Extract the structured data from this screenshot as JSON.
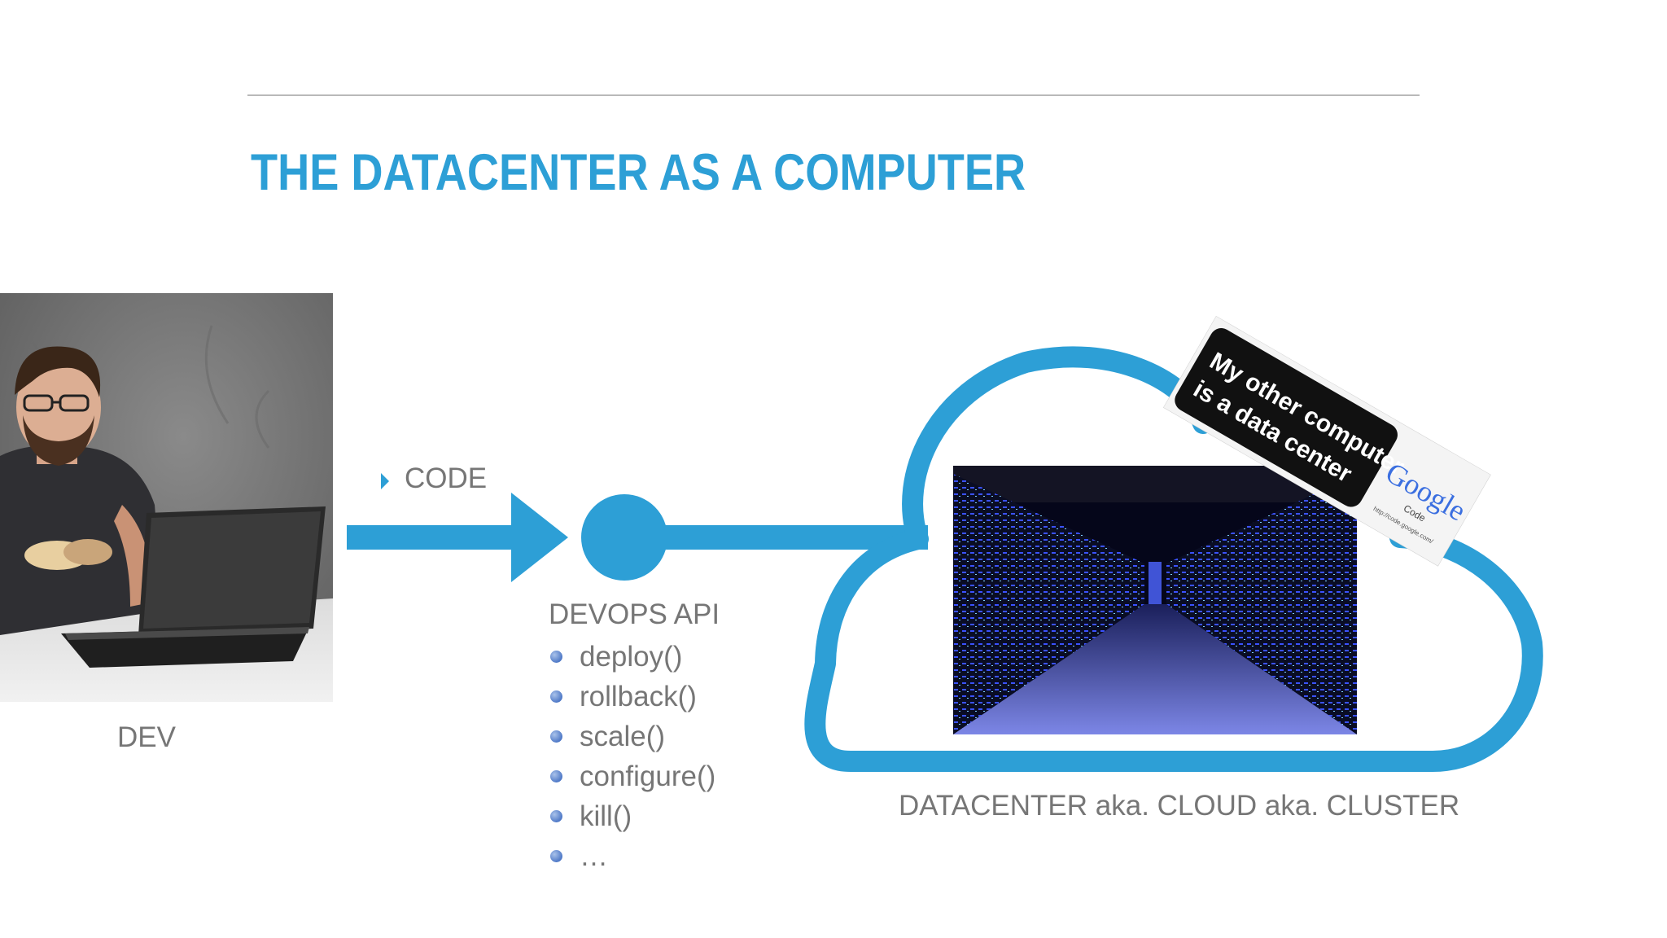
{
  "slide": {
    "title": "THE DATACENTER AS A COMPUTER",
    "accent_color": "#2d9fd6",
    "text_color": "#767676"
  },
  "dev": {
    "label": "DEV",
    "photo": "developer-with-laptop"
  },
  "flow": {
    "code_label": "CODE"
  },
  "api": {
    "title": "DEVOPS API",
    "items": [
      "deploy()",
      "rollback()",
      "scale()",
      "configure()",
      "kill()",
      "…"
    ]
  },
  "cloud": {
    "label": "DATACENTER aka. CLOUD aka. CLUSTER",
    "photo": "server-racks-aisle",
    "sticker": {
      "line1": "My other computer",
      "line2": "is a data center",
      "logo": "Google",
      "logo_sub": "Code",
      "url": "http://code.google.com/"
    }
  }
}
